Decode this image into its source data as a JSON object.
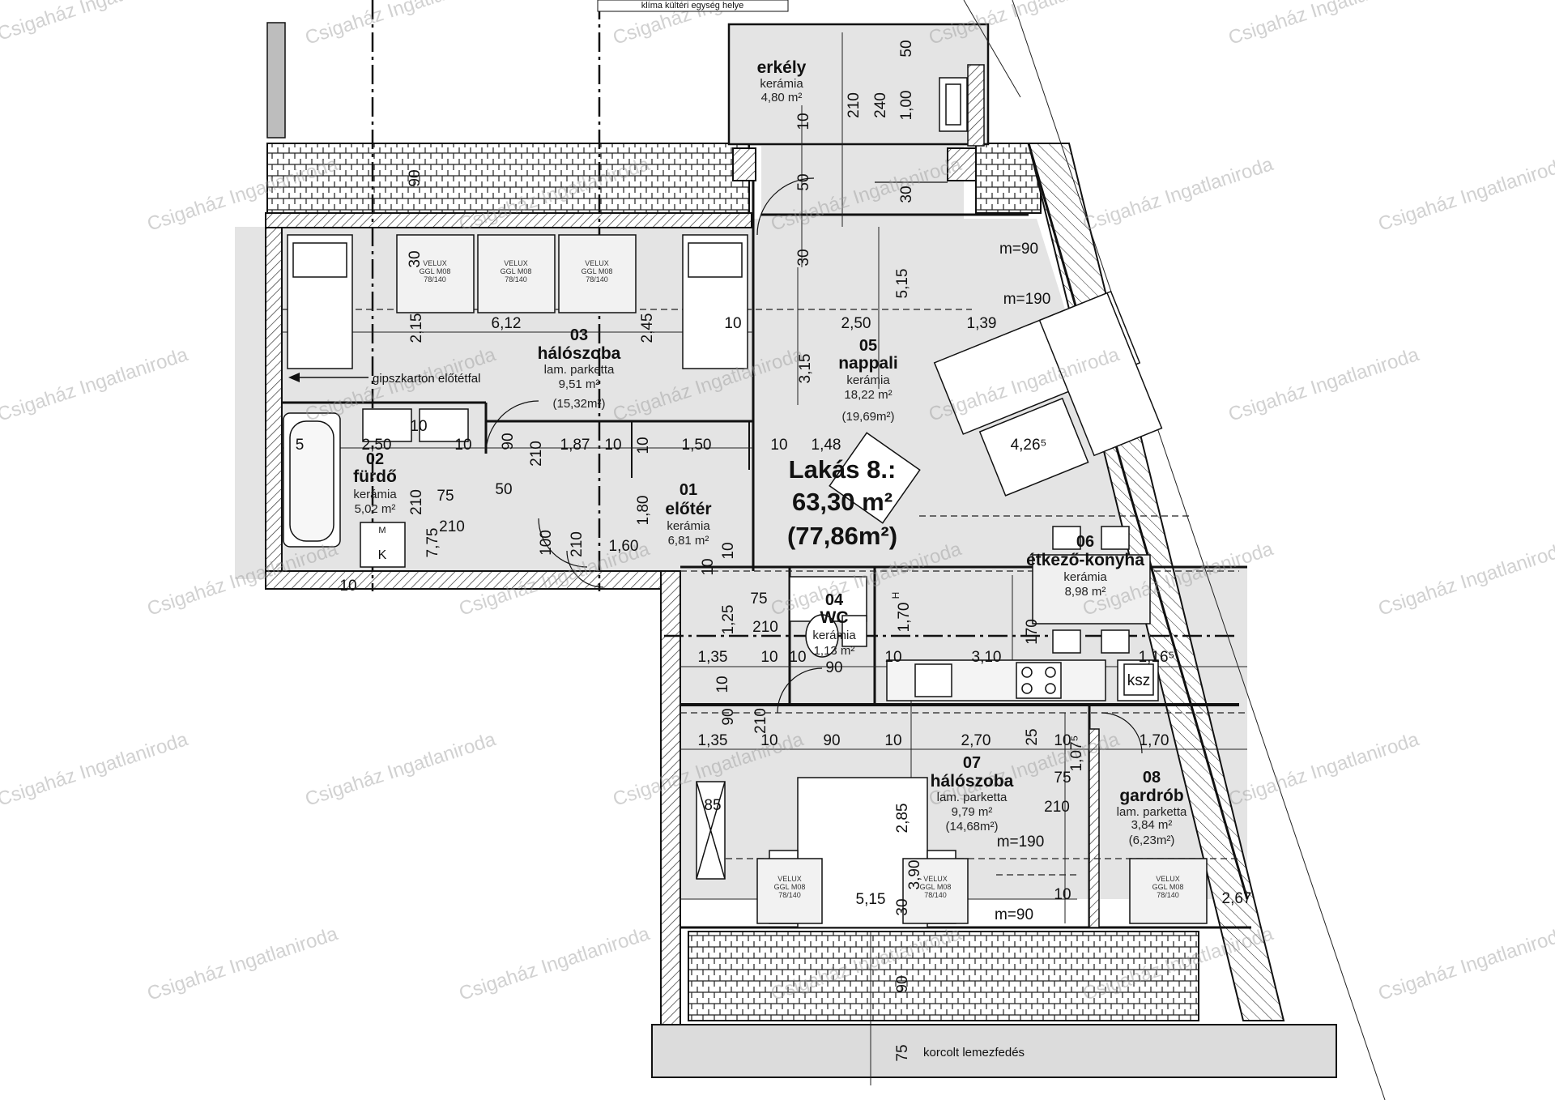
{
  "apartment": {
    "label": "Lakás 8.:",
    "net_area": "63,30 m²",
    "gross_area": "(77,86m²)"
  },
  "rooms": {
    "r01": {
      "num": "01",
      "name": "előtér",
      "material": "kerámia",
      "area": "6,81 m²"
    },
    "r02": {
      "num": "02",
      "name": "fürdő",
      "material": "kerámia",
      "area": "5,02 m²"
    },
    "r03": {
      "num": "03",
      "name": "hálószoba",
      "material": "lam. parketta",
      "area": "9,51 m²",
      "gross": "(15,32m²)"
    },
    "r04": {
      "num": "04",
      "name": "WC",
      "material": "kerámia",
      "area": "1,13 m²"
    },
    "r05": {
      "num": "05",
      "name": "nappali",
      "material": "kerámia",
      "area": "18,22 m²",
      "gross": "(19,69m²)"
    },
    "r06": {
      "num": "06",
      "name": "étkező-konyha",
      "material": "kerámia",
      "area": "8,98 m²"
    },
    "r07": {
      "num": "07",
      "name": "hálószoba",
      "material": "lam. parketta",
      "area": "9,79 m²",
      "gross": "(14,68m²)"
    },
    "r08": {
      "num": "08",
      "name": "gardrób",
      "material": "lam. parketta",
      "area": "3,84 m²",
      "gross": "(6,23m²)"
    },
    "balcony": {
      "name": "erkély",
      "material": "kerámia",
      "area": "4,80 m²"
    }
  },
  "notes": {
    "drywall": "gipszkarton előtétfal",
    "roofing": "korcolt lemezfedés",
    "top_note": "klíma kültéri egység helye",
    "ksz": "ksz",
    "k": "K",
    "m": "M",
    "wc_h": "H"
  },
  "velux": {
    "line1": "VELUX",
    "line2": "GGL M08",
    "line3": "78/140"
  },
  "watermark": "Csigaház Ingatlaniroda",
  "dimensions": {
    "d_612": "6,12",
    "d_215": "2,15",
    "d_245": "2,45",
    "d_30a": "30",
    "d_90a": "90",
    "d_10a": "10",
    "d_250a": "2,50",
    "d_515a": "5,15",
    "d_139": "1,39",
    "d_315": "3,15",
    "d_m90a": "m=90",
    "d_m190a": "m=190",
    "d_426": "4,26⁵",
    "d_50a": "50",
    "d_210a": "210",
    "d_240": "240",
    "d_100a": "1,00",
    "d_10b": "10",
    "d_30b": "30",
    "d_30c": "30",
    "d_50b": "50",
    "d_5": "5",
    "d_250b": "2,50",
    "d_10c": "10",
    "d_10d": "10",
    "d_90b": "90",
    "d_210b": "210",
    "d_187": "1,87",
    "d_10e": "10",
    "d_10f": "10",
    "d_150": "1,50",
    "d_10g": "10",
    "d_148": "1,48",
    "d_75a": "75",
    "d_210c": "210",
    "d_50c": "50",
    "d_210d": "210",
    "d_775": "7,75",
    "d_100b": "100",
    "d_210e": "210",
    "d_160": "1,60",
    "d_180": "1,80",
    "d_10h": "10",
    "d_10i": "10",
    "d_75b": "75",
    "d_125": "1,25",
    "d_210f": "210",
    "d_170": "1,70",
    "d_170b": "170",
    "d_135a": "1,35",
    "d_10j": "10",
    "d_10k": "10",
    "d_90c": "90",
    "d_10l": "10",
    "d_310": "3,10",
    "d_1165": "1,16⁵",
    "d_10m": "10",
    "d_90d": "90",
    "d_210g": "210",
    "d_135b": "1,35",
    "d_10n": "10",
    "d_90e": "90",
    "d_10o": "10",
    "d_270": "2,70",
    "d_25": "25",
    "d_10p": "10",
    "d_1075": "1,07⁵",
    "d_170c": "1,70",
    "d_85": "85",
    "d_285": "2,85",
    "d_75c": "75",
    "d_210h": "210",
    "d_m190b": "m=190",
    "d_390": "3,90",
    "d_10q": "10",
    "d_515b": "5,15",
    "d_30d": "30",
    "d_m90b": "m=90",
    "d_267": "2,67",
    "d_90f": "90",
    "d_75d": "75",
    "d_10r": "10"
  }
}
